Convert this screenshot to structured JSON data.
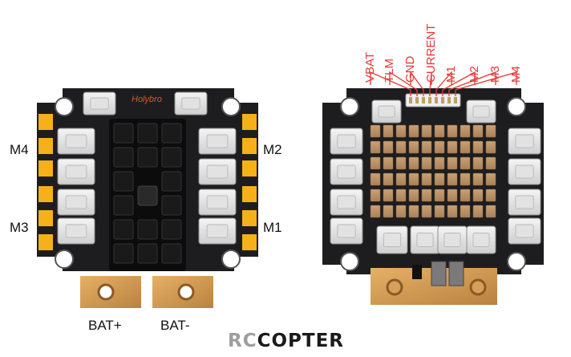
{
  "labels": {
    "left_m4": "M4",
    "left_m3": "M3",
    "left_m2": "M2",
    "left_m1": "M1",
    "bat_plus": "BAT+",
    "bat_minus": "BAT-",
    "board_brand": "Holybro"
  },
  "pins": [
    "VBAT",
    "TLM",
    "GND",
    "CURRENT",
    "M1",
    "M2",
    "M3",
    "M4"
  ],
  "watermark": {
    "rc": "RC",
    "copter": "COPTER"
  },
  "colors": {
    "pcb": "#1d1d1f",
    "pad_gold": "#f5b01a",
    "copper": "#d49a52",
    "pin_label": "#e53935",
    "chip": "#0c0c0c"
  }
}
